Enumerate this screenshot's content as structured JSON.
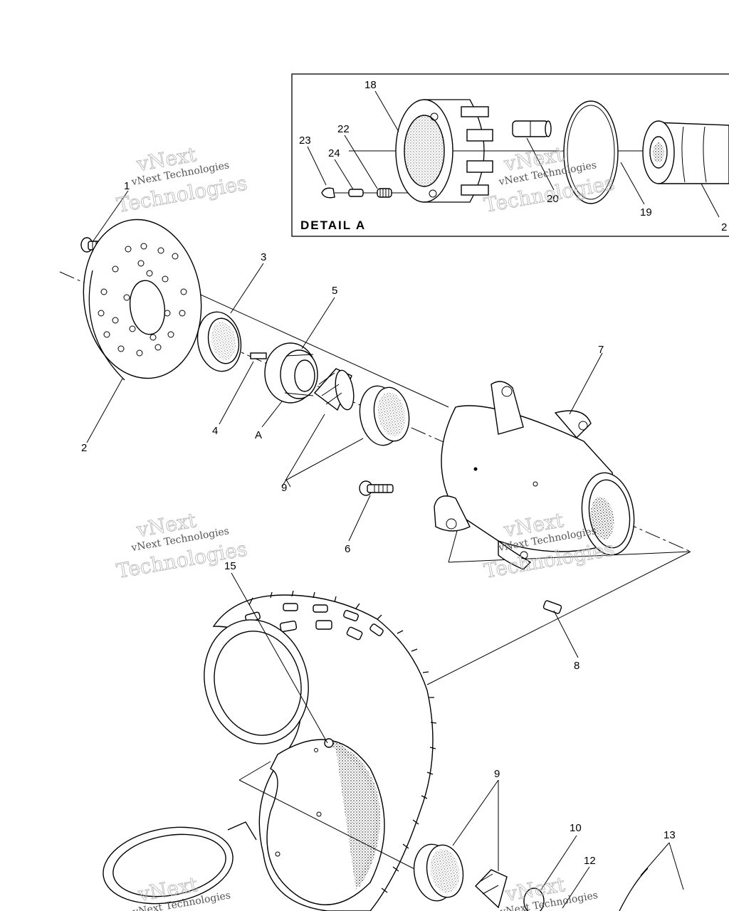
{
  "detail": {
    "title": "DETAIL A"
  },
  "callouts": {
    "c1": "1",
    "c2": "2",
    "c3": "3",
    "c4": "4",
    "c5": "5",
    "cA": "A",
    "c6": "6",
    "c7": "7",
    "c8": "8",
    "c9a": "9",
    "c9b": "9",
    "c10": "10",
    "c12": "12",
    "c13": "13",
    "c15": "15",
    "c18": "18",
    "c19": "19",
    "c20": "20",
    "c21": "2",
    "c22": "22",
    "c23": "23",
    "c24": "24",
    "c2b": "2"
  },
  "watermark": {
    "brand": "vNext",
    "company": "vNext Technologies",
    "word": "Technologies"
  }
}
